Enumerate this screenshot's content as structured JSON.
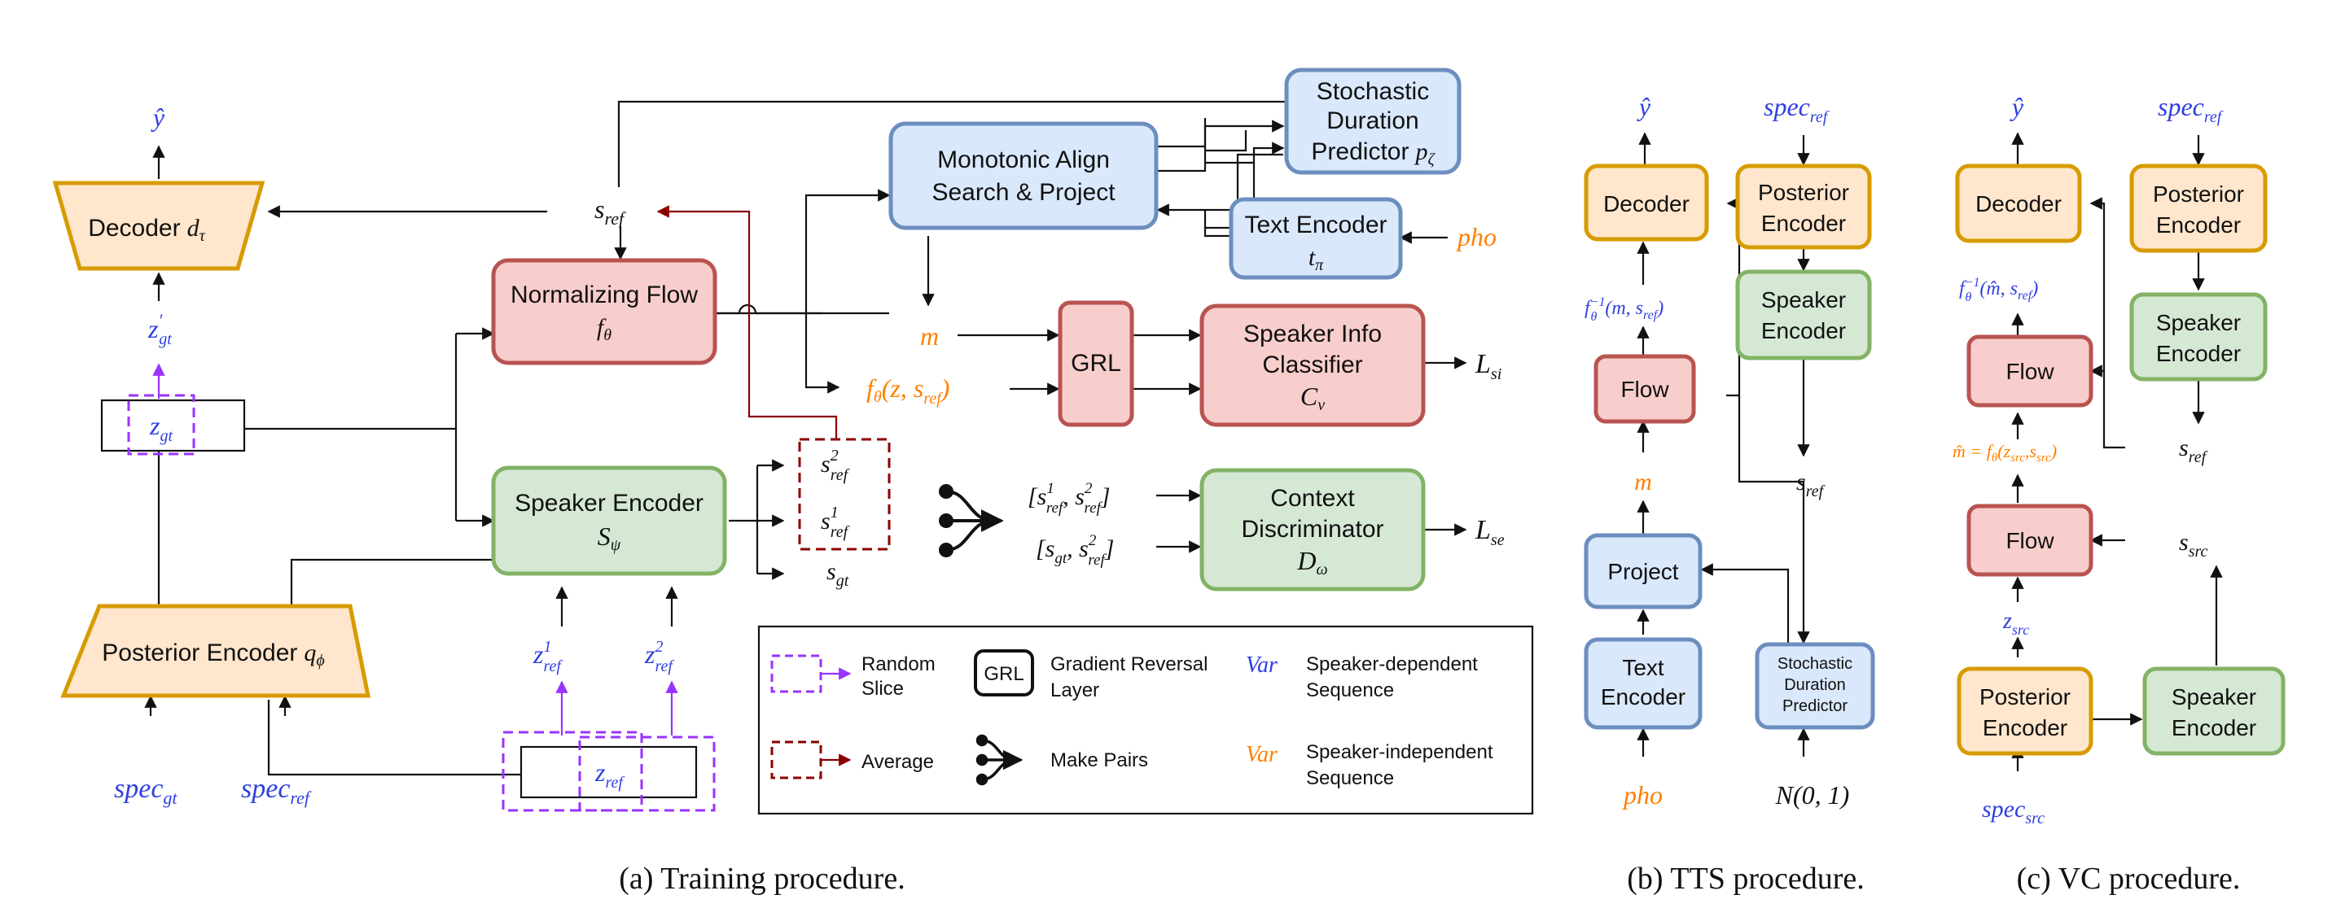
{
  "colors": {
    "orange_fill": "#FFE6CC",
    "orange_stroke": "#D79B00",
    "red_fill": "#F8CECC",
    "red_stroke": "#B85450",
    "green_fill": "#D5E8D4",
    "green_stroke": "#82B366",
    "blue_fill": "#DAE8FC",
    "blue_stroke": "#6C8EBF",
    "blue_text": "#2E3FE0",
    "orange_text": "#FF8000",
    "purple": "#9933FF",
    "darkred": "#8B0000"
  },
  "a": {
    "y_hat": "ŷ",
    "decoder": "Decoder",
    "decoder_sym": "d",
    "decoder_sub": "τ",
    "z_gt_prime": "z",
    "z_gt_prime_sup": "′",
    "z_gt_prime_sub": "gt",
    "z_gt": "z",
    "z_gt_sub": "gt",
    "posterior_encoder": "Posterior Encoder",
    "posterior_sym": "q",
    "posterior_sub": "ϕ",
    "spec": "spec",
    "spec_gt_sub": "gt",
    "spec_ref_sub": "ref",
    "s": "s",
    "ref": "ref",
    "nf_line1": "Normalizing Flow",
    "nf_sym": "f",
    "nf_sub": "θ",
    "se_line1": "Speaker Encoder",
    "se_sym": "S",
    "se_sub": "ψ",
    "z_ref1": "z",
    "z_ref1_sup": "1",
    "z_ref2": "z",
    "z_ref2_sup": "2",
    "z_ref_box": "z",
    "z_ref_box_sub": "ref",
    "s_ref2_sup": "2",
    "s_ref1_sup": "1",
    "s_gt_sub": "gt",
    "mas_line1": "Monotonic Align",
    "mas_line2": "Search & Project",
    "sdp_line1": "Stochastic",
    "sdp_line2": "Duration",
    "sdp_line3": "Predictor",
    "sdp_sym": "p",
    "sdp_sub": "ζ",
    "te_line1": "Text Encoder",
    "te_sym": "t",
    "te_sub": "π",
    "pho": "pho",
    "m": "m",
    "f_z_sref_pre": "f",
    "f_z_sref_sub": "θ",
    "f_z_sref_args": "(z, s",
    "f_z_sref_close": ")",
    "grl": "GRL",
    "sic_line1": "Speaker Info",
    "sic_line2": "Classifier",
    "sic_sym": "C",
    "sic_sub": "ν",
    "loss_si": "L",
    "loss_si_sub": "si",
    "pair1": "[s",
    "pair2": "[s",
    "cd_line1": "Context",
    "cd_line2": "Discriminator",
    "cd_sym": "D",
    "cd_sub": "ω",
    "loss_se": "L",
    "loss_se_sub": "se",
    "caption": "(a)  Training procedure."
  },
  "legend": {
    "random_slice_1": "Random",
    "random_slice_2": "Slice",
    "grl_box": "GRL",
    "grl_1": "Gradient Reversal",
    "grl_2": "Layer",
    "var": "Var",
    "dep_1": "Speaker-dependent",
    "dep_2": "Sequence",
    "average": "Average",
    "pairs": "Make Pairs",
    "indep_1": "Speaker-independent",
    "indep_2": "Sequence"
  },
  "b": {
    "y_hat": "ŷ",
    "spec": "spec",
    "spec_sub": "ref",
    "decoder": "Decoder",
    "pe_1": "Posterior",
    "pe_2": "Encoder",
    "finv": "f",
    "finv_sub": "θ",
    "finv_sup": "−1",
    "finv_args": "(m, s",
    "finv_ref": "ref",
    "finv_close": ")",
    "se_1": "Speaker",
    "se_2": "Encoder",
    "flow": "Flow",
    "m": "m",
    "s": "s",
    "s_sub": "ref",
    "project": "Project",
    "te_1": "Text",
    "te_2": "Encoder",
    "sdp_1": "Stochastic",
    "sdp_2": "Duration",
    "sdp_3": "Predictor",
    "pho": "pho",
    "normal": "N(0, 1)",
    "caption": "(b)  TTS procedure."
  },
  "c": {
    "y_hat": "ŷ",
    "spec": "spec",
    "spec_sub": "ref",
    "decoder": "Decoder",
    "pe_1": "Posterior",
    "pe_2": "Encoder",
    "finv": "f",
    "finv_sub": "θ",
    "finv_sup": "−1",
    "finv_args": "(m̂, s",
    "finv_ref": "ref",
    "finv_close": ")",
    "se_1": "Speaker",
    "se_2": "Encoder",
    "flow": "Flow",
    "mhat": "m̂ = f",
    "mhat_sub": "θ",
    "mhat_args": "(z",
    "mhat_src": "src",
    "mhat_mid": ",s",
    "mhat_close": ")",
    "s": "s",
    "s_ref_sub": "ref",
    "flow2": "Flow",
    "s_src_sub": "src",
    "z": "z",
    "z_sub": "src",
    "pe2_1": "Posterior",
    "pe2_2": "Encoder",
    "se2_1": "Speaker",
    "se2_2": "Encoder",
    "spec_src_sub": "src",
    "caption": "(c)  VC procedure."
  }
}
